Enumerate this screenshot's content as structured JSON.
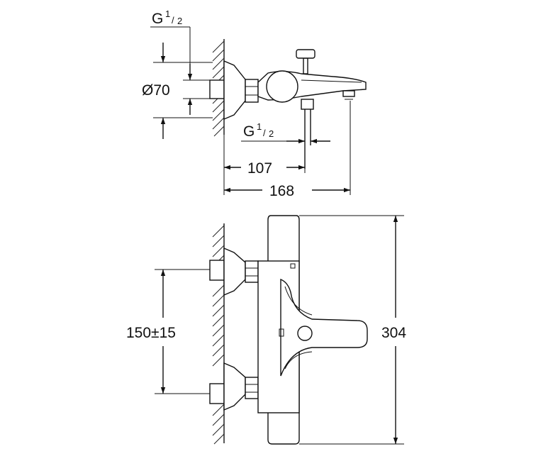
{
  "labels": {
    "thread_top": "G",
    "thread_top_num": "1",
    "thread_top_den": "2",
    "diameter": "Ø70",
    "thread_spout": "G",
    "thread_spout_num": "1",
    "thread_spout_den": "2",
    "dim_107": "107",
    "dim_168": "168",
    "dim_150": "150±15",
    "dim_304": "304"
  },
  "colors": {
    "line": "#111111",
    "background": "#ffffff"
  }
}
